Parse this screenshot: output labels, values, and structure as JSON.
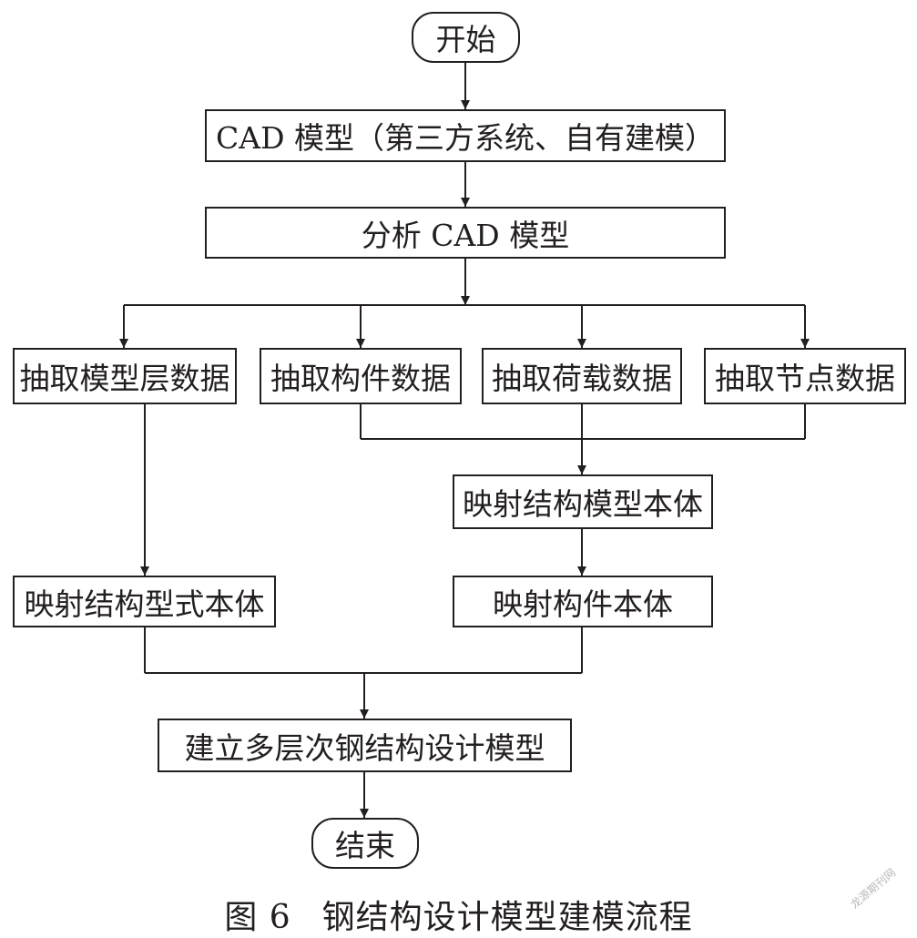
{
  "nodes": {
    "start": "开始",
    "cad_model": "CAD 模型（第三方系统、自有建模）",
    "analyze": "分析 CAD 模型",
    "extract_layer": "抽取模型层数据",
    "extract_member": "抽取构件数据",
    "extract_load": "抽取荷载数据",
    "extract_node": "抽取节点数据",
    "map_structure_model": "映射结构模型本体",
    "map_structure_form": "映射结构型式本体",
    "map_member": "映射构件本体",
    "build_model": "建立多层次钢结构设计模型",
    "end": "结束"
  },
  "caption": {
    "figure_number": "图 6",
    "title": "钢结构设计模型建模流程"
  },
  "watermark": "龙源期刊网"
}
